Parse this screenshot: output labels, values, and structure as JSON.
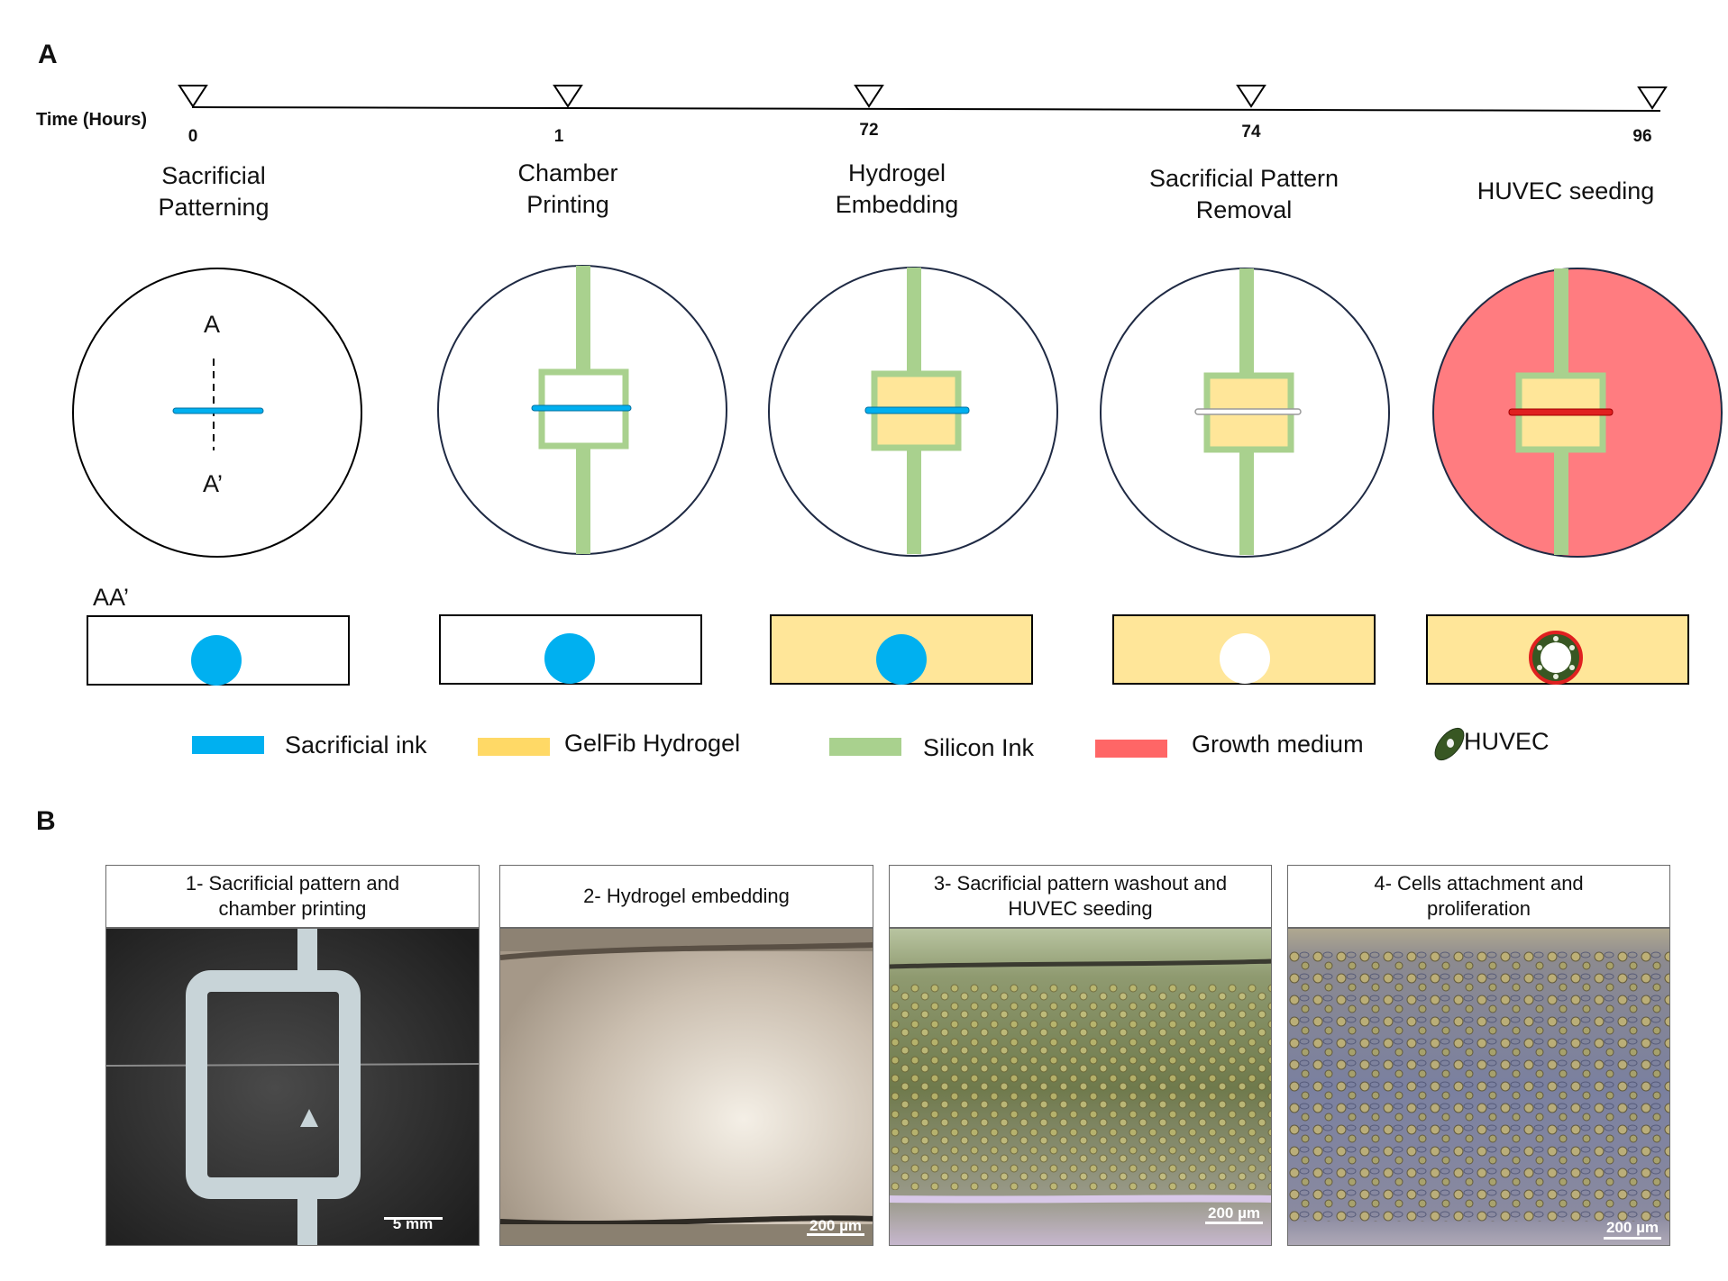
{
  "panel_a": {
    "letter": "A",
    "time_axis_label": "Time (Hours)",
    "ticks": [
      "0",
      "1",
      "72",
      "74",
      "96"
    ],
    "stages": [
      {
        "line1": "Sacrificial",
        "line2": "Patterning"
      },
      {
        "line1": "Chamber",
        "line2": "Printing"
      },
      {
        "line1": "Hydrogel",
        "line2": "Embedding"
      },
      {
        "line1": "Sacrificial Pattern",
        "line2": "Removal"
      },
      {
        "line1": "HUVEC seeding",
        "line2": ""
      }
    ],
    "section_top": "A",
    "section_bottom": "A’",
    "cross_section_label": "AA’",
    "legend": [
      {
        "label": "Sacrificial ink",
        "color": "#00b0f0"
      },
      {
        "label": "GelFib Hydrogel",
        "color": "#ffd966"
      },
      {
        "label": "Silicon Ink",
        "color": "#a9d18e"
      },
      {
        "label": "Growth medium",
        "color": "#ff6666"
      },
      {
        "label": "HUVEC",
        "color": "#385723"
      }
    ]
  },
  "panel_b": {
    "letter": "B",
    "photos": [
      {
        "caption_line1": "1- Sacrificial pattern and",
        "caption_line2": "chamber printing",
        "scale": "5 mm"
      },
      {
        "caption_line1": "2- Hydrogel embedding",
        "caption_line2": "",
        "scale": "200 µm"
      },
      {
        "caption_line1": "3- Sacrificial pattern washout and",
        "caption_line2": "HUVEC seeding",
        "scale": "200 µm"
      },
      {
        "caption_line1": "4- Cells attachment and",
        "caption_line2": "proliferation",
        "scale": "200 µm"
      }
    ]
  },
  "colors": {
    "sacrificial_ink": "#00b0f0",
    "hydrogel": "#ffe699",
    "silicon_ink": "#a9d18e",
    "growth_medium": "#ff7c80",
    "huvec": "#385723",
    "circle_outline": "#1f2a44"
  }
}
